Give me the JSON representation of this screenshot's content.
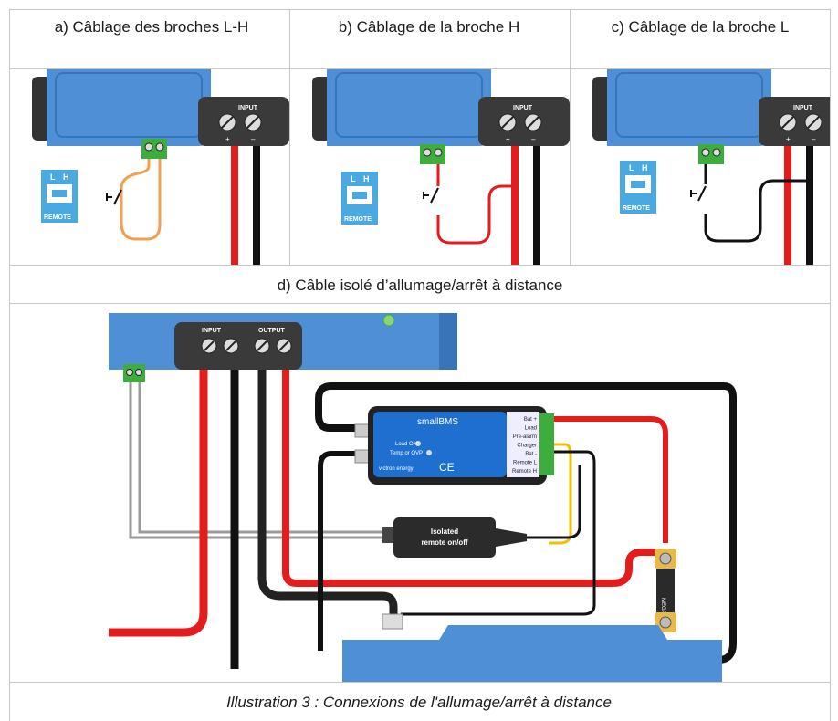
{
  "headers": {
    "a": "a) Câblage des broches L-H",
    "b": "b) Câblage de la broche H",
    "c": "c) Câblage de la broche L",
    "d": "d) Câble isolé d’allumage/arrêt à distance"
  },
  "caption": "Illustration 3 : Connexions de l'allumage/arrêt à distance",
  "labels": {
    "input": "INPUT",
    "output": "OUTPUT",
    "plus": "+",
    "minus": "–",
    "remote": "REMOTE",
    "l": "L",
    "h": "H",
    "device": "smallBMS",
    "load_on": "Load ON",
    "temp_ovp": "Temp or OVP",
    "brand": "victron energy",
    "ce": "CE",
    "isolated_1": "Isolated",
    "isolated_2": "remote on/off",
    "fuse": "MEGA",
    "pins": [
      "Bat +",
      "Load",
      "Pre-alarm",
      "Charger",
      "Bat -",
      "Remote L",
      "Remote H"
    ]
  },
  "colors": {
    "device_blue": "#4f8fd6",
    "red_wire": "#e41c1c",
    "black_wire": "#111111",
    "orange_wire": "#f0a050",
    "yellow_wire": "#f2c000",
    "gray_wire": "#9a9a9a",
    "connector_green": "#3dae3d",
    "remote_icon": "#4aa9e0"
  }
}
